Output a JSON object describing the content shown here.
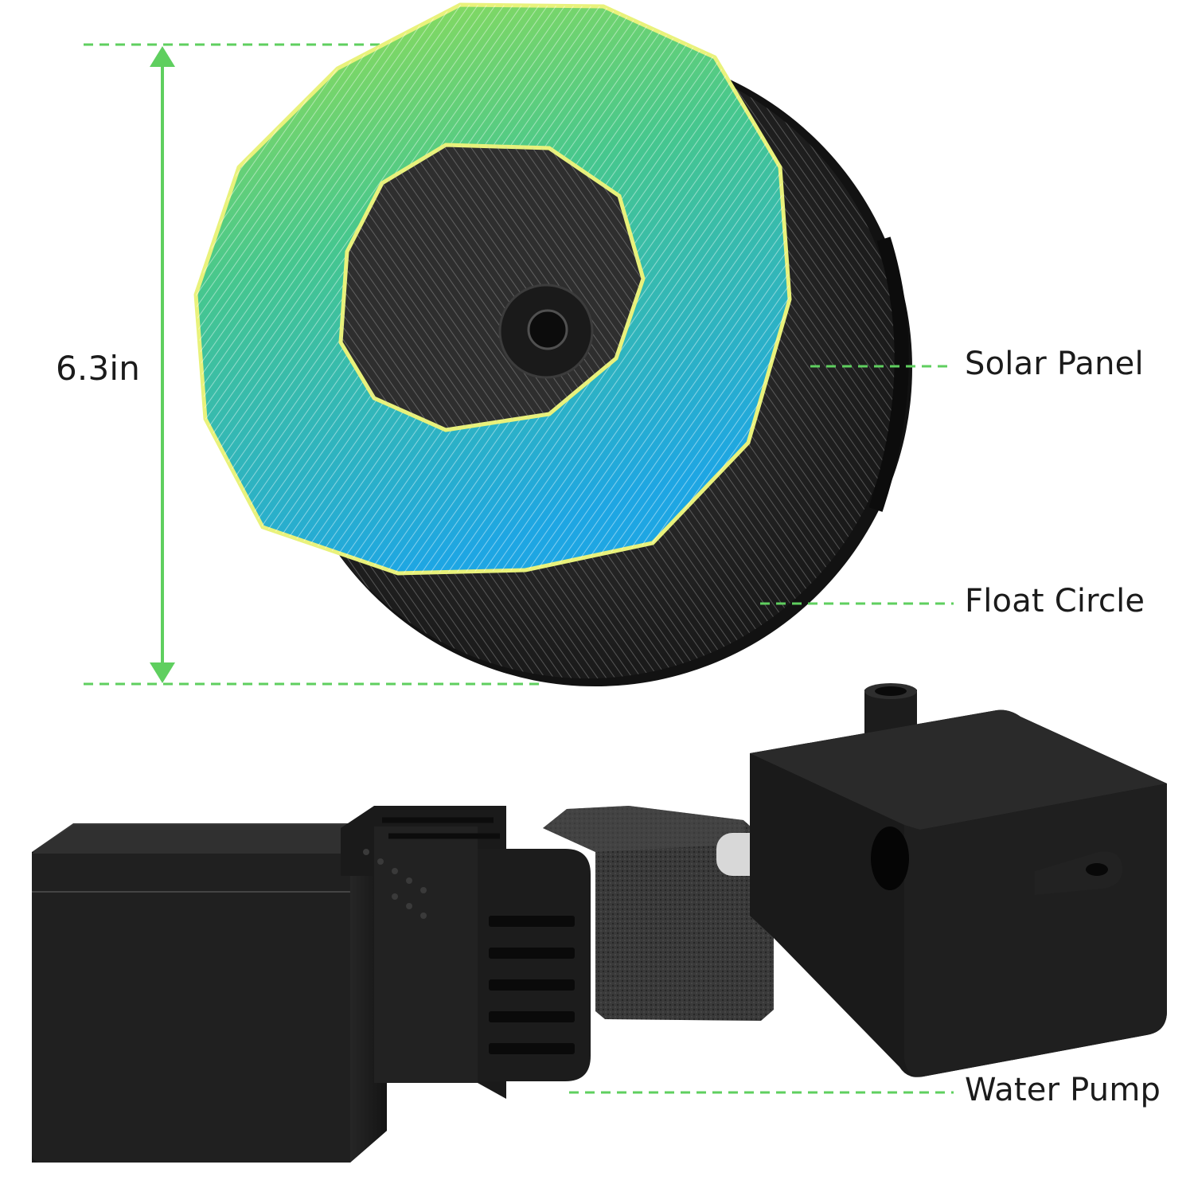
{
  "dimension": {
    "value": "6.3in"
  },
  "callouts": [
    {
      "key": "solar",
      "label": "Solar Panel"
    },
    {
      "key": "float",
      "label": "Float Circle"
    },
    {
      "key": "pump",
      "label": "Water Pump"
    }
  ],
  "colors": {
    "accent_green": "#5fcf5f",
    "panel_gradient_top": "#8fdc4f",
    "panel_gradient_mid": "#3fc09a",
    "panel_gradient_bottom": "#22a9e0",
    "panel_outline": "#e8f27a",
    "device_black": "#1c1c1c"
  }
}
